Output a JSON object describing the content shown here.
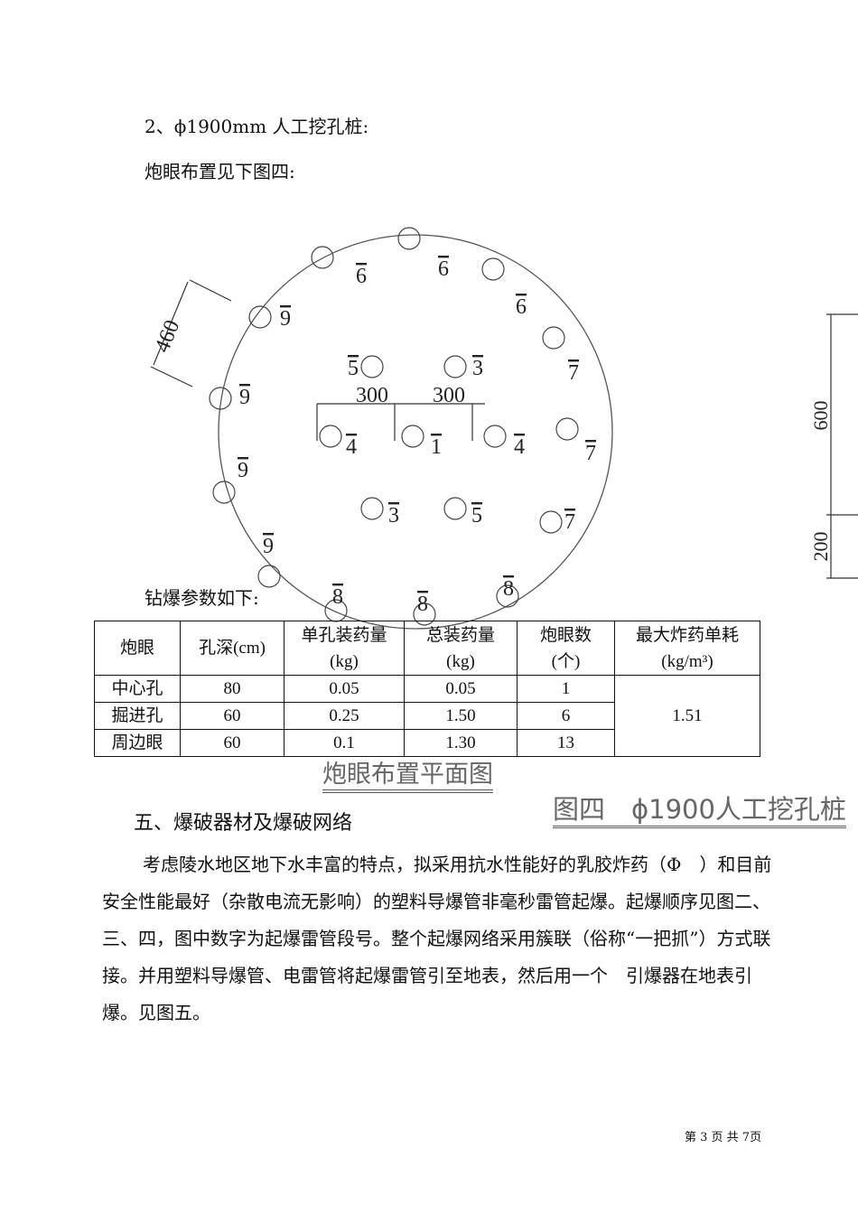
{
  "section_heading": "2、ϕ1900mm 人工挖孔桩:",
  "layout_intro": "炮眼布置见下图四:",
  "diagram": {
    "dim_perimeter": "460",
    "dim_left": "300",
    "dim_right": "300",
    "right_dims": [
      "600",
      "200"
    ],
    "center_holes": [
      {
        "label": "5"
      },
      {
        "label": "3"
      },
      {
        "label": "4"
      },
      {
        "label": "1"
      },
      {
        "label": "4"
      },
      {
        "label": "3"
      },
      {
        "label": "5"
      }
    ],
    "perimeter_labels": [
      "6",
      "6",
      "6",
      "7",
      "7",
      "7",
      "8",
      "8",
      "8",
      "9",
      "9",
      "9",
      "9"
    ],
    "caption_plan": "炮眼布置平面图",
    "caption_fig": "图四　ϕ1900人工挖孔桩"
  },
  "params_intro": "钻爆参数如下:",
  "table": {
    "headers": [
      "炮眼",
      "孔深(cm)",
      "单孔装药量(kg)",
      "总装药量(kg)",
      "炮眼数(个)",
      "最大炸药单耗(kg/m³)"
    ],
    "header_lines": [
      [
        "炮眼"
      ],
      [
        "孔深(cm)"
      ],
      [
        "单孔装药量",
        "(kg)"
      ],
      [
        "总装药量",
        "(kg)"
      ],
      [
        "炮眼数",
        "(个)"
      ],
      [
        "最大炸药单耗",
        "(kg/m³)"
      ]
    ],
    "rows": [
      [
        "中心孔",
        "80",
        "0.05",
        "0.05",
        "1"
      ],
      [
        "掘进孔",
        "60",
        "0.25",
        "1.50",
        "6"
      ],
      [
        "周边眼",
        "60",
        "0.1",
        "1.30",
        "13"
      ]
    ],
    "merged_value": "1.51"
  },
  "section5_title": "五、爆破器材及爆破网络",
  "section5_body": "考虑陵水地区地下水丰富的特点，拟采用抗水性能好的乳胶炸药（Φ　）和目前安全性能最好（杂散电流无影响）的塑料导爆管非毫秒雷管起爆。起爆顺序见图二、三、四，图中数字为起爆雷管段号。整个起爆网络采用簇联（俗称“一把抓”）方式联接。并用塑料导爆管、电雷管将起爆雷管引至地表，然后用一个　引爆器在地表引爆。见图五。",
  "footer": "第 3 页 共 7页"
}
